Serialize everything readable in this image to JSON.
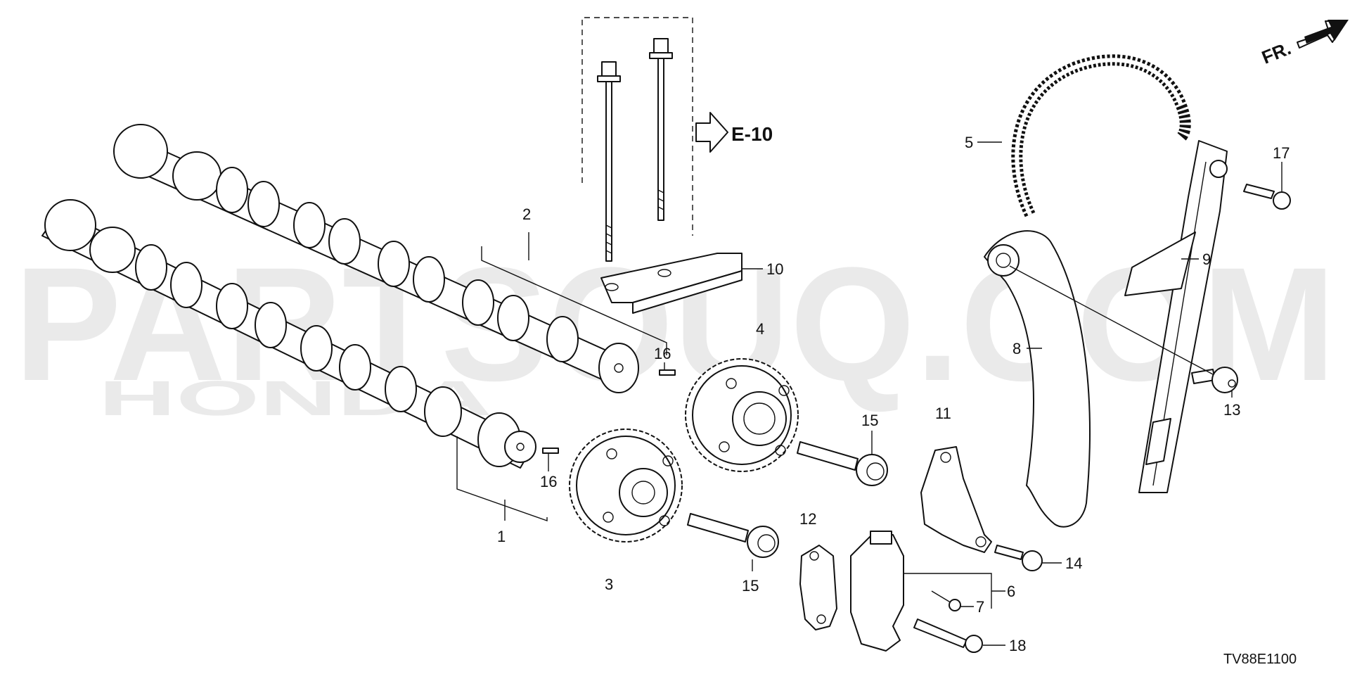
{
  "watermark": {
    "brand": "PARTSOUQ.COM",
    "sub": "HONDA"
  },
  "direction_marker": {
    "label": "FR.",
    "icon": "arrow-right-icon"
  },
  "reference": {
    "label": "E-10",
    "icon": "hollow-arrow-icon"
  },
  "drawing_code": "TV88E1100",
  "callouts": [
    "1",
    "2",
    "3",
    "4",
    "5",
    "6",
    "7",
    "8",
    "9",
    "10",
    "11",
    "12",
    "13",
    "14",
    "15",
    "15",
    "16",
    "16",
    "17",
    "18"
  ]
}
